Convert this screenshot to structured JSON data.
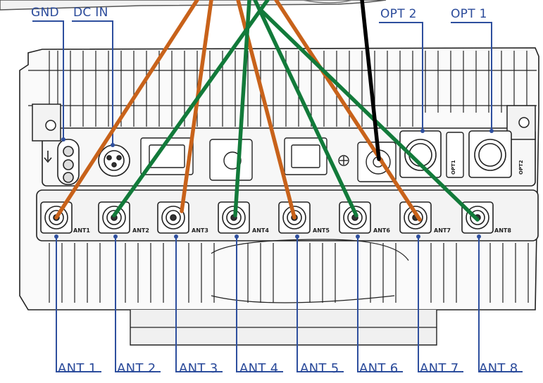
{
  "top_labels": {
    "gnd": "GND",
    "dc_in": "DC IN",
    "opt2": "OPT 2",
    "opt1": "OPT 1"
  },
  "bottom_labels": [
    "ANT 1",
    "ANT 2",
    "ANT 3",
    "ANT 4",
    "ANT 5",
    "ANT 6",
    "ANT 7",
    "ANT 8"
  ],
  "port_labels": [
    "ANT1",
    "ANT2",
    "ANT3",
    "ANT4",
    "ANT5",
    "ANT6",
    "ANT7",
    "ANT8"
  ],
  "body_labels": {
    "opt1": "OPT1",
    "opt2": "OPT2"
  },
  "colors": {
    "label_blue": "#2a4a9a",
    "leader_blue": "#2e4f9e",
    "cable_orange": "#c8621a",
    "cable_green": "#127a3a",
    "cable_black": "#000000",
    "outline": "#222222"
  }
}
